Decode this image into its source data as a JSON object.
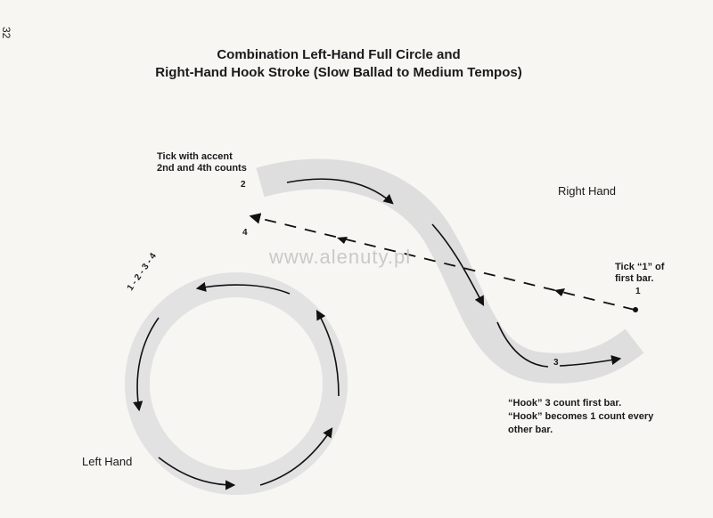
{
  "page_number": "32",
  "title": {
    "line1": "Combination Left-Hand Full Circle and",
    "line2": "Right-Hand Hook Stroke (Slow Ballad to Medium Tempos)"
  },
  "watermark": "www.alenuty.pl",
  "labels": {
    "tick_accent": "Tick with accent",
    "tick_accent_2": "2nd and 4th counts",
    "right_hand": "Right Hand",
    "left_hand": "Left Hand",
    "tick_one": "Tick “1” of",
    "tick_one_2": "first bar.",
    "hook_1": "“Hook” 3 count first bar.",
    "hook_2": "“Hook” becomes 1 count every",
    "hook_3": "other bar.",
    "circle_counts": "1 - 2 - 3 - 4"
  },
  "numbers": {
    "n2": "2",
    "n4": "4",
    "n1": "1",
    "n3": "3"
  },
  "colors": {
    "path_band": "#dcdcdc",
    "stroke": "#111111"
  }
}
